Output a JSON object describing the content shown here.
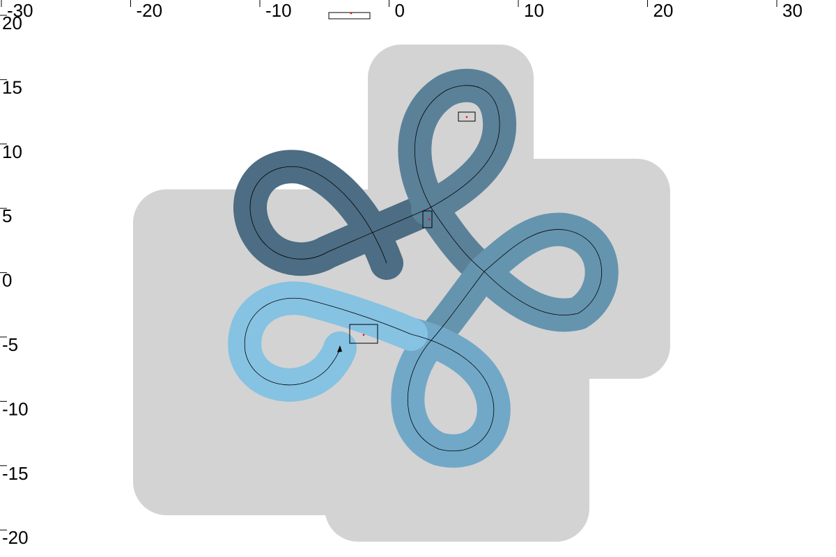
{
  "plot": {
    "x_ticks": [
      "-30",
      "-20",
      "-10",
      "0",
      "10",
      "20",
      "30"
    ],
    "y_ticks": [
      "20",
      "15",
      "10",
      "5",
      "0",
      "-5",
      "-10",
      "-15",
      "-20"
    ]
  },
  "colors": {
    "region": "#d3d3d3",
    "band_segments": [
      "#4c6d83",
      "#5b8199",
      "#6594ae",
      "#71a8c7",
      "#86c2e2"
    ],
    "path": "#000000",
    "marker": "#ff0000"
  }
}
